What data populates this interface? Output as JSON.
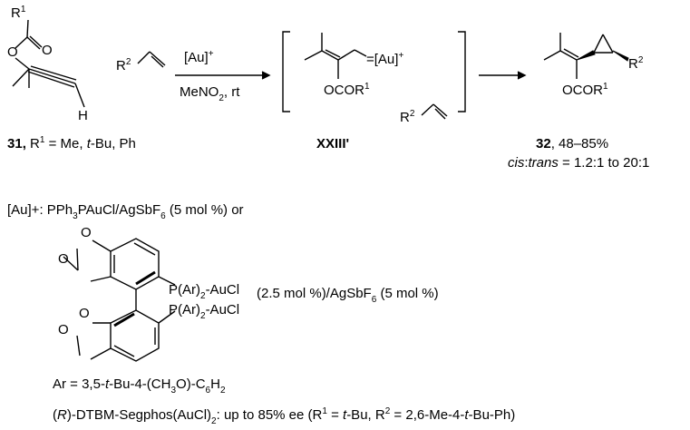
{
  "reaction": {
    "sm_R1": "R",
    "sm_R1_sup": "1",
    "sm_O_ester": "O",
    "sm_O_carbonyl": "O",
    "sm_H": "H",
    "sm_caption": {
      "num": "31",
      "sep": ",",
      "r": " R",
      "r_sup": "1",
      "rest_a": " = Me, ",
      "tBu": "t",
      "rest_b": "-Bu, Ph"
    },
    "alkene_R": "R",
    "alkene_R_sup": "2",
    "cond_top": {
      "text": "[Au]",
      "sup": "+"
    },
    "cond_bottom": {
      "a": "MeNO",
      "sub": "2",
      "b": ", rt"
    },
    "int_Au": {
      "text": "=[Au]",
      "sup": "+"
    },
    "int_OCOR": {
      "text": "OCOR",
      "sup": "1"
    },
    "int_R2": {
      "text": "R",
      "sup": "2"
    },
    "int_label": "XXIII'",
    "prod_R2": {
      "text": "R",
      "sup": "2"
    },
    "prod_OCOR": {
      "text": "OCOR",
      "sup": "1"
    },
    "prod_caption": {
      "num": "32",
      "rest": ", 48–85%"
    },
    "prod_ratio": {
      "cis": "cis",
      "colon": ":",
      "trans": "trans",
      "rest": " = 1.2:1 to 20:1"
    }
  },
  "catalyst": {
    "line1": {
      "a": "[Au]+: PPh",
      "sub1": "3",
      "b": "PAuCl/AgSbF",
      "sub2": "6",
      "c": " (5 mol %) or"
    },
    "P_top": {
      "a": "P(Ar)",
      "sub": "2",
      "b": "-AuCl"
    },
    "P_bot": {
      "a": "P(Ar)",
      "sub": "2",
      "b": "-AuCl"
    },
    "O": "O",
    "loading": {
      "a": "(2.5 mol %)/AgSbF",
      "sub": "6",
      "b": " (5 mol %)"
    },
    "ar_def": {
      "a": "Ar =  3,5-",
      "t": "t",
      "b": "-Bu-4-(CH",
      "sub1": "3",
      "c": "O)-C",
      "sub2": "6",
      "d": "H",
      "sub3": "2"
    },
    "final": {
      "p1": "(",
      "R": "R",
      "p2": ")-DTBM-Segphos(AuCl)",
      "sub": "2",
      "p3": ": up to 85% ee (R",
      "sup1": "1",
      "p4": " = ",
      "t": "t",
      "p5": "-Bu, R",
      "sup2": "2",
      "p6": " = 2,6-Me-4-",
      "t2": "t",
      "p7": "-Bu-Ph)"
    }
  }
}
